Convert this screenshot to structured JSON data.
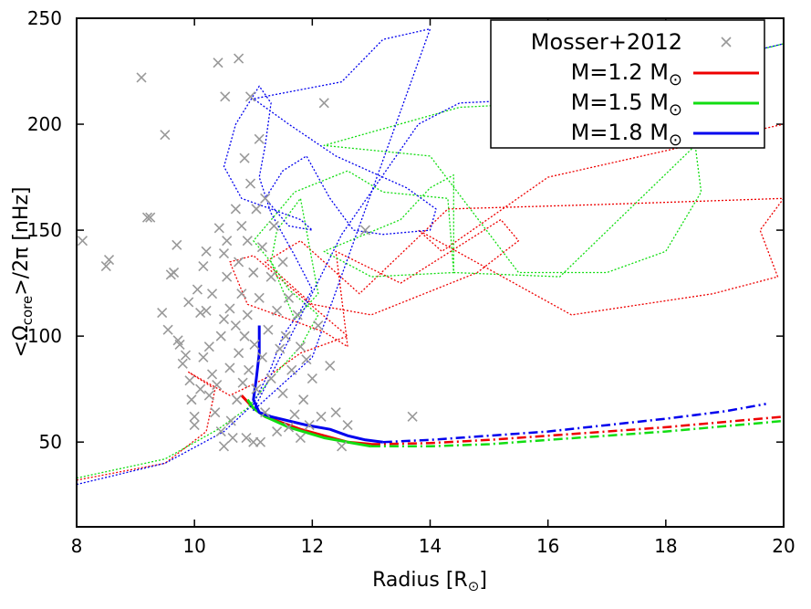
{
  "chart_data": {
    "type": "scatter",
    "xlabel": "Radius [R",
    "xlabel_sub": "⊙",
    "xlabel_end": "]",
    "ylabel_pre": "<Ω",
    "ylabel_sub": "core",
    "ylabel_post": ">/2π [nHz]",
    "xlim": [
      8,
      20
    ],
    "ylim": [
      10,
      250
    ],
    "xticks": [
      8,
      10,
      12,
      14,
      16,
      18,
      20
    ],
    "yticks": [
      50,
      100,
      150,
      200,
      250
    ],
    "legend_position": "top-right",
    "legend": [
      {
        "label": "Mosser+2012",
        "marker": "x",
        "color": "#999999"
      },
      {
        "label": "M=1.2 M",
        "sub": "⊙",
        "color": "#ee0000"
      },
      {
        "label": "M=1.5 M",
        "sub": "⊙",
        "color": "#11dd11"
      },
      {
        "label": "M=1.8 M",
        "sub": "⊙",
        "color": "#0000ee"
      }
    ],
    "observations": [
      [
        8.1,
        145
      ],
      [
        8.5,
        133
      ],
      [
        8.55,
        136
      ],
      [
        9.1,
        222
      ],
      [
        9.2,
        156
      ],
      [
        9.25,
        156
      ],
      [
        9.45,
        111
      ],
      [
        9.5,
        195
      ],
      [
        9.55,
        103
      ],
      [
        9.6,
        129
      ],
      [
        9.65,
        130
      ],
      [
        9.7,
        143
      ],
      [
        9.72,
        98
      ],
      [
        9.75,
        96
      ],
      [
        9.8,
        87
      ],
      [
        9.85,
        91
      ],
      [
        9.9,
        116
      ],
      [
        9.92,
        79
      ],
      [
        9.95,
        70
      ],
      [
        10.0,
        62
      ],
      [
        10.0,
        58
      ],
      [
        10.05,
        122
      ],
      [
        10.1,
        111
      ],
      [
        10.1,
        75
      ],
      [
        10.15,
        133
      ],
      [
        10.15,
        90
      ],
      [
        10.2,
        140
      ],
      [
        10.2,
        112
      ],
      [
        10.25,
        95
      ],
      [
        10.25,
        72
      ],
      [
        10.3,
        120
      ],
      [
        10.3,
        82
      ],
      [
        10.35,
        64
      ],
      [
        10.38,
        77
      ],
      [
        10.4,
        229
      ],
      [
        10.42,
        151
      ],
      [
        10.45,
        100
      ],
      [
        10.45,
        55
      ],
      [
        10.5,
        139
      ],
      [
        10.5,
        108
      ],
      [
        10.5,
        48
      ],
      [
        10.52,
        213
      ],
      [
        10.55,
        145
      ],
      [
        10.55,
        128
      ],
      [
        10.6,
        113
      ],
      [
        10.6,
        85
      ],
      [
        10.62,
        60
      ],
      [
        10.65,
        52
      ],
      [
        10.7,
        160
      ],
      [
        10.7,
        105
      ],
      [
        10.72,
        70
      ],
      [
        10.75,
        231
      ],
      [
        10.75,
        135
      ],
      [
        10.75,
        92
      ],
      [
        10.8,
        152
      ],
      [
        10.8,
        120
      ],
      [
        10.82,
        78
      ],
      [
        10.85,
        184
      ],
      [
        10.85,
        100
      ],
      [
        10.88,
        52
      ],
      [
        10.9,
        145
      ],
      [
        10.9,
        110
      ],
      [
        10.92,
        84
      ],
      [
        10.95,
        213
      ],
      [
        10.95,
        172
      ],
      [
        11.0,
        130
      ],
      [
        11.0,
        50
      ],
      [
        11.02,
        96
      ],
      [
        11.05,
        160
      ],
      [
        11.05,
        75
      ],
      [
        11.1,
        193
      ],
      [
        11.1,
        118
      ],
      [
        11.12,
        50
      ],
      [
        11.15,
        142
      ],
      [
        11.15,
        90
      ],
      [
        11.2,
        165
      ],
      [
        11.2,
        64
      ],
      [
        11.25,
        103
      ],
      [
        11.3,
        128
      ],
      [
        11.3,
        80
      ],
      [
        11.35,
        152
      ],
      [
        11.4,
        112
      ],
      [
        11.4,
        55
      ],
      [
        11.45,
        94
      ],
      [
        11.5,
        135
      ],
      [
        11.5,
        73
      ],
      [
        11.55,
        100
      ],
      [
        11.6,
        118
      ],
      [
        11.6,
        57
      ],
      [
        11.65,
        84
      ],
      [
        11.7,
        63
      ],
      [
        11.75,
        110
      ],
      [
        11.8,
        95
      ],
      [
        11.8,
        52
      ],
      [
        11.85,
        70
      ],
      [
        11.9,
        89
      ],
      [
        11.95,
        58
      ],
      [
        12.0,
        80
      ],
      [
        12.1,
        105
      ],
      [
        12.15,
        62
      ],
      [
        12.2,
        210
      ],
      [
        12.3,
        86
      ],
      [
        12.4,
        64
      ],
      [
        12.5,
        48
      ],
      [
        12.6,
        58
      ],
      [
        12.9,
        150
      ],
      [
        13.7,
        62
      ]
    ],
    "series": [
      {
        "name": "M=1.2 M☉",
        "color": "#ee0000",
        "tracks": [
          {
            "style": "dotted",
            "points": [
              [
                8.0,
                32
              ],
              [
                9.5,
                40
              ],
              [
                10.2,
                55
              ],
              [
                10.35,
                75
              ],
              [
                9.9,
                83
              ],
              [
                10.6,
                72
              ],
              [
                11.2,
                80
              ],
              [
                11.8,
                92
              ],
              [
                12.6,
                100
              ],
              [
                11.5,
                126
              ],
              [
                11.0,
                138
              ],
              [
                10.6,
                135
              ],
              [
                10.9,
                115
              ],
              [
                12.2,
                102
              ],
              [
                12.6,
                95
              ],
              [
                12.4,
                140
              ],
              [
                13.5,
                125
              ],
              [
                15.2,
                155
              ],
              [
                15.5,
                145
              ],
              [
                14.8,
                130
              ],
              [
                13.0,
                110
              ],
              [
                12.0,
                115
              ],
              [
                11.2,
                135
              ],
              [
                11.8,
                145
              ],
              [
                12.4,
                130
              ],
              [
                12.8,
                120
              ],
              [
                14.3,
                160
              ],
              [
                16.8,
                162
              ],
              [
                20.0,
                165
              ],
              [
                19.6,
                150
              ],
              [
                19.9,
                128
              ],
              [
                18.8,
                120
              ],
              [
                17.6,
                115
              ],
              [
                16.4,
                110
              ],
              [
                13.8,
                150
              ],
              [
                14.2,
                140
              ],
              [
                16.0,
                175
              ],
              [
                20.0,
                200
              ]
            ]
          },
          {
            "style": "solid",
            "points": [
              [
                10.8,
                72
              ],
              [
                11.0,
                66
              ],
              [
                11.2,
                62
              ],
              [
                11.5,
                59
              ],
              [
                11.8,
                56
              ],
              [
                12.2,
                53
              ],
              [
                12.6,
                50
              ],
              [
                13.0,
                49
              ]
            ]
          },
          {
            "style": "dashdot",
            "points": [
              [
                13.0,
                49
              ],
              [
                14.0,
                49.5
              ],
              [
                15.0,
                51
              ],
              [
                16.0,
                53
              ],
              [
                17.0,
                55
              ],
              [
                18.0,
                57
              ],
              [
                19.0,
                59.5
              ],
              [
                20.0,
                62
              ]
            ]
          }
        ]
      },
      {
        "name": "M=1.5 M☉",
        "color": "#11dd11",
        "tracks": [
          {
            "style": "dotted",
            "points": [
              [
                8.0,
                33
              ],
              [
                9.5,
                42
              ],
              [
                10.4,
                56
              ],
              [
                10.9,
                66
              ],
              [
                11.1,
                73
              ],
              [
                11.3,
                80
              ],
              [
                11.8,
                95
              ],
              [
                12.1,
                110
              ],
              [
                11.6,
                122
              ],
              [
                11.3,
                135
              ],
              [
                11.4,
                150
              ],
              [
                11.8,
                165
              ],
              [
                12.1,
                120
              ],
              [
                11.7,
                108
              ],
              [
                11.3,
                135
              ],
              [
                11.0,
                145
              ],
              [
                11.7,
                168
              ],
              [
                12.6,
                178
              ],
              [
                13.2,
                168
              ],
              [
                14.3,
                165
              ],
              [
                14.4,
                130
              ],
              [
                13.0,
                128
              ],
              [
                12.2,
                140
              ],
              [
                13.5,
                155
              ],
              [
                14.0,
                170
              ],
              [
                14.4,
                176
              ],
              [
                14.4,
                130
              ],
              [
                16.2,
                128
              ],
              [
                18.5,
                190
              ],
              [
                18.6,
                168
              ],
              [
                18.0,
                140
              ],
              [
                17.0,
                130
              ],
              [
                15.5,
                130
              ],
              [
                14.0,
                185
              ],
              [
                12.2,
                190
              ],
              [
                14.5,
                208
              ],
              [
                16.0,
                210
              ],
              [
                20.0,
                238
              ]
            ]
          },
          {
            "style": "solid",
            "points": [
              [
                10.9,
                70
              ],
              [
                11.0,
                66
              ],
              [
                11.2,
                62
              ],
              [
                11.6,
                57
              ],
              [
                12.2,
                52
              ],
              [
                12.6,
                50
              ],
              [
                13.0,
                48
              ]
            ]
          },
          {
            "style": "dashdot",
            "points": [
              [
                13.0,
                48
              ],
              [
                14.0,
                48
              ],
              [
                15.0,
                49
              ],
              [
                16.0,
                51
              ],
              [
                17.0,
                53
              ],
              [
                18.0,
                55
              ],
              [
                19.0,
                57.5
              ],
              [
                20.0,
                60
              ]
            ]
          }
        ]
      },
      {
        "name": "M=1.8 M☉",
        "color": "#0000ee",
        "tracks": [
          {
            "style": "dotted",
            "points": [
              [
                8.0,
                30
              ],
              [
                9.5,
                40
              ],
              [
                10.5,
                55
              ],
              [
                11.0,
                68
              ],
              [
                11.3,
                85
              ],
              [
                11.5,
                100
              ],
              [
                11.8,
                112
              ],
              [
                12.0,
                122
              ],
              [
                11.7,
                138
              ],
              [
                11.3,
                158
              ],
              [
                11.1,
                175
              ],
              [
                11.2,
                190
              ],
              [
                11.3,
                210
              ],
              [
                11.1,
                218
              ],
              [
                10.7,
                200
              ],
              [
                10.5,
                180
              ],
              [
                10.8,
                165
              ],
              [
                11.3,
                160
              ],
              [
                11.8,
                155
              ],
              [
                12.0,
                150
              ],
              [
                11.6,
                152
              ],
              [
                11.2,
                165
              ],
              [
                11.5,
                178
              ],
              [
                11.9,
                185
              ],
              [
                12.3,
                165
              ],
              [
                12.7,
                150
              ],
              [
                13.2,
                148
              ],
              [
                14.0,
                150
              ],
              [
                14.1,
                160
              ],
              [
                13.6,
                170
              ],
              [
                12.4,
                185
              ],
              [
                11.6,
                200
              ],
              [
                11.0,
                212
              ],
              [
                12.5,
                220
              ],
              [
                13.2,
                240
              ],
              [
                14.0,
                245
              ],
              [
                12.0,
                90
              ],
              [
                11.0,
                65
              ],
              [
                12.5,
                148
              ],
              [
                13.8,
                200
              ],
              [
                14.5,
                210
              ],
              [
                16.0,
                212
              ],
              [
                20.0,
                238
              ]
            ]
          },
          {
            "style": "solid",
            "points": [
              [
                11.1,
                105
              ],
              [
                11.1,
                92
              ],
              [
                11.05,
                80
              ],
              [
                11.0,
                70
              ],
              [
                11.1,
                64
              ],
              [
                11.3,
                62
              ],
              [
                11.6,
                60
              ],
              [
                11.9,
                58
              ],
              [
                12.3,
                56
              ],
              [
                12.6,
                53
              ],
              [
                12.9,
                51
              ],
              [
                13.2,
                50
              ]
            ]
          },
          {
            "style": "dashdot",
            "points": [
              [
                13.2,
                50
              ],
              [
                14.0,
                51
              ],
              [
                15.0,
                53
              ],
              [
                16.0,
                55
              ],
              [
                17.0,
                58
              ],
              [
                18.0,
                61
              ],
              [
                19.0,
                64.5
              ],
              [
                19.7,
                68
              ]
            ]
          }
        ]
      }
    ]
  }
}
